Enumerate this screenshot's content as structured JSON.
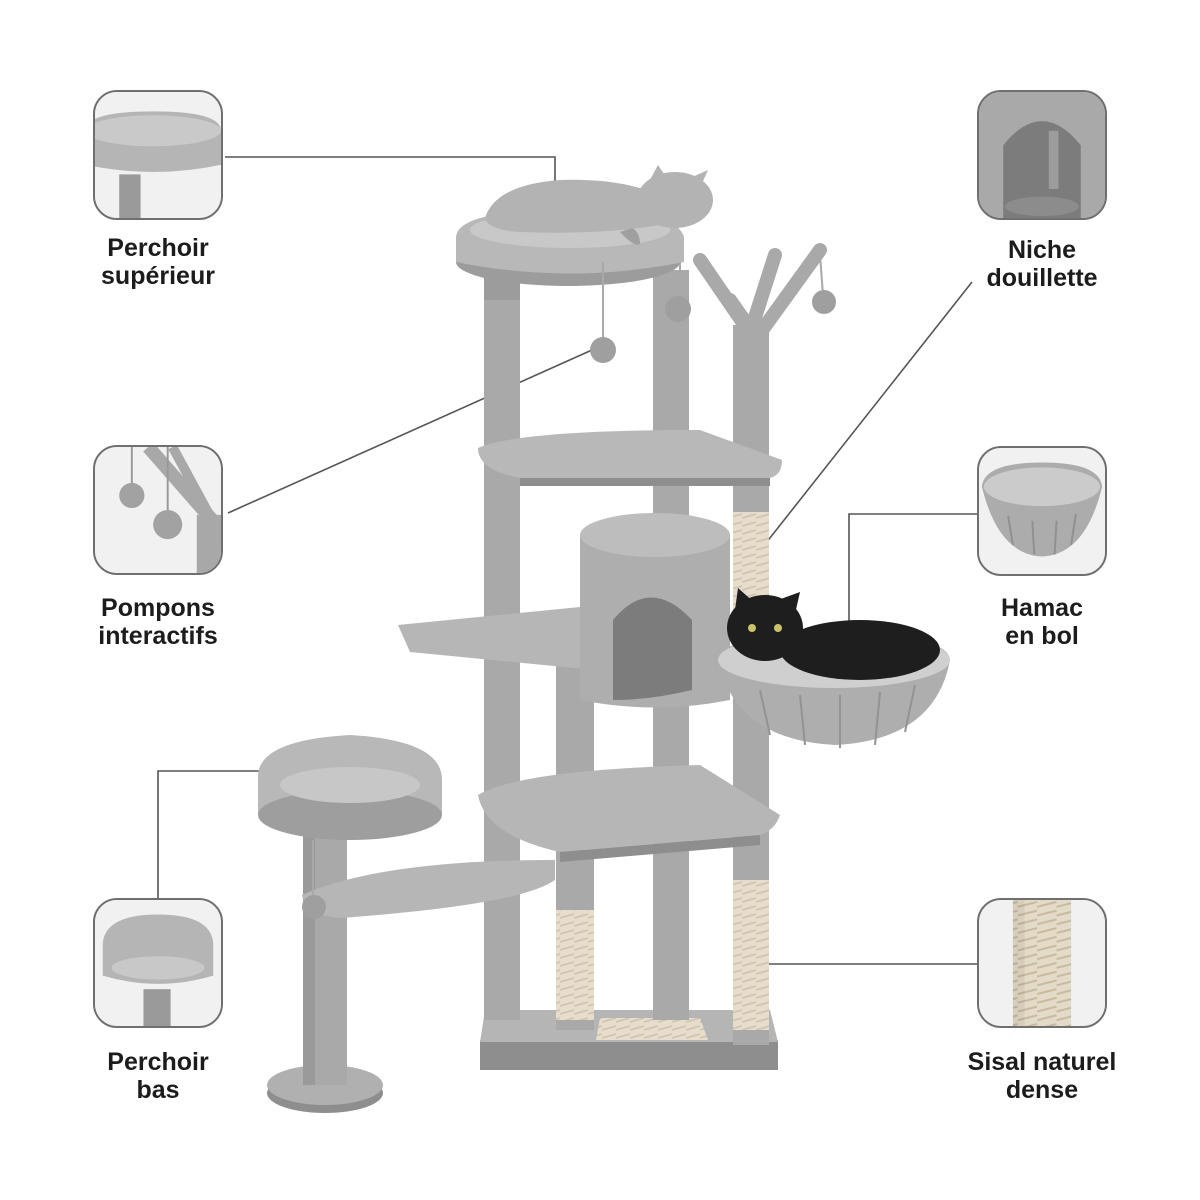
{
  "features": [
    {
      "id": "top-perch",
      "icon": "top-perch-icon",
      "line1": "Perchoir",
      "line2": "supérieur"
    },
    {
      "id": "pompoms",
      "icon": "pompom-icon",
      "line1": "Pompons",
      "line2": "interactifs"
    },
    {
      "id": "low-perch",
      "icon": "low-perch-icon",
      "line1": "Perchoir",
      "line2": "bas"
    },
    {
      "id": "cozy-niche",
      "icon": "niche-icon",
      "line1": "Niche",
      "line2": "douillette"
    },
    {
      "id": "bowl-hammock",
      "icon": "hammock-icon",
      "line1": "Hamac",
      "line2": "en bol"
    },
    {
      "id": "sisal",
      "icon": "sisal-icon",
      "line1": "Sisal naturel",
      "line2": "dense"
    }
  ],
  "colors": {
    "plush": "#a9a9a9",
    "plush_light": "#c4c4c4",
    "plush_dark": "#8e8e8e",
    "sisal": "#e6ddcc",
    "frame": "#6f6f6f",
    "text": "#1c1c1c",
    "grey_cat": "#b3b3b3",
    "black_cat": "#1e1e1e"
  }
}
